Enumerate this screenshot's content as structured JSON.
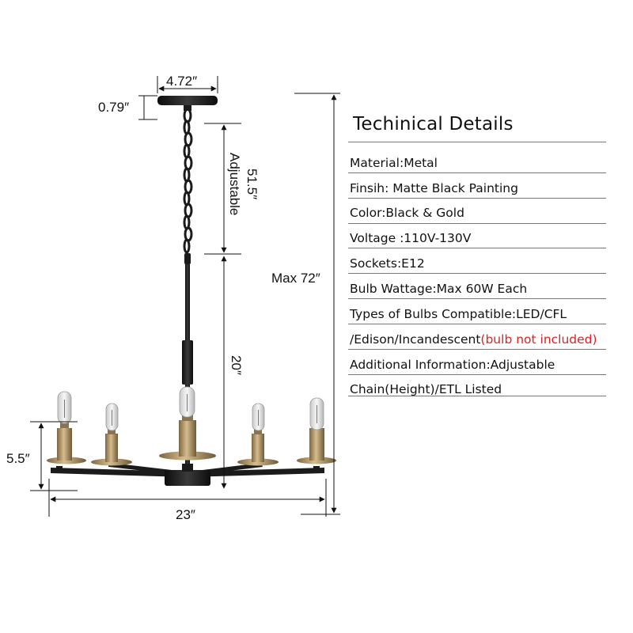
{
  "dimensions": {
    "canopy_width": "4.72″",
    "canopy_height": "0.79″",
    "chain_length": "51.5″",
    "chain_note": "Adjustable",
    "rod_height": "20″",
    "max_height": "Max 72″",
    "body_height": "5.5″",
    "width": "23″"
  },
  "details": {
    "title": "Techinical Details",
    "rows": [
      {
        "text": "Material:Metal",
        "note": ""
      },
      {
        "text": "Finsih: Matte Black Painting",
        "note": ""
      },
      {
        "text": "Color:Black & Gold",
        "note": ""
      },
      {
        "text": "Voltage :110V-130V",
        "note": ""
      },
      {
        "text": "Sockets:E12",
        "note": ""
      },
      {
        "text": "Bulb Wattage:Max 60W Each",
        "note": ""
      },
      {
        "text": "Types of Bulbs Compatible:LED/CFL",
        "note": ""
      },
      {
        "text": "/Edison/Incandescent",
        "note": "(bulb not included)"
      },
      {
        "text": "Additional Information:Adjustable",
        "note": ""
      },
      {
        "text": "Chain(Height)/ETL Listed",
        "note": ""
      }
    ]
  },
  "colors": {
    "fixture_black": "#1b1b1b",
    "brass": "#b89a6a",
    "accent_red": "#e02020"
  }
}
